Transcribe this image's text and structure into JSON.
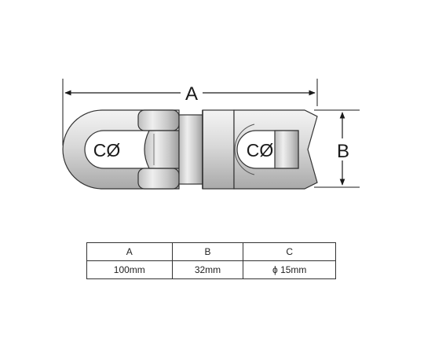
{
  "diagram": {
    "dimension_labels": {
      "a": "A",
      "b": "B"
    },
    "hole_labels": {
      "left": "CØ",
      "right": "CØ"
    }
  },
  "spec_table": {
    "headers": [
      "A",
      "B",
      "C"
    ],
    "values": [
      "100mm",
      "32mm",
      "ϕ 15mm"
    ]
  }
}
